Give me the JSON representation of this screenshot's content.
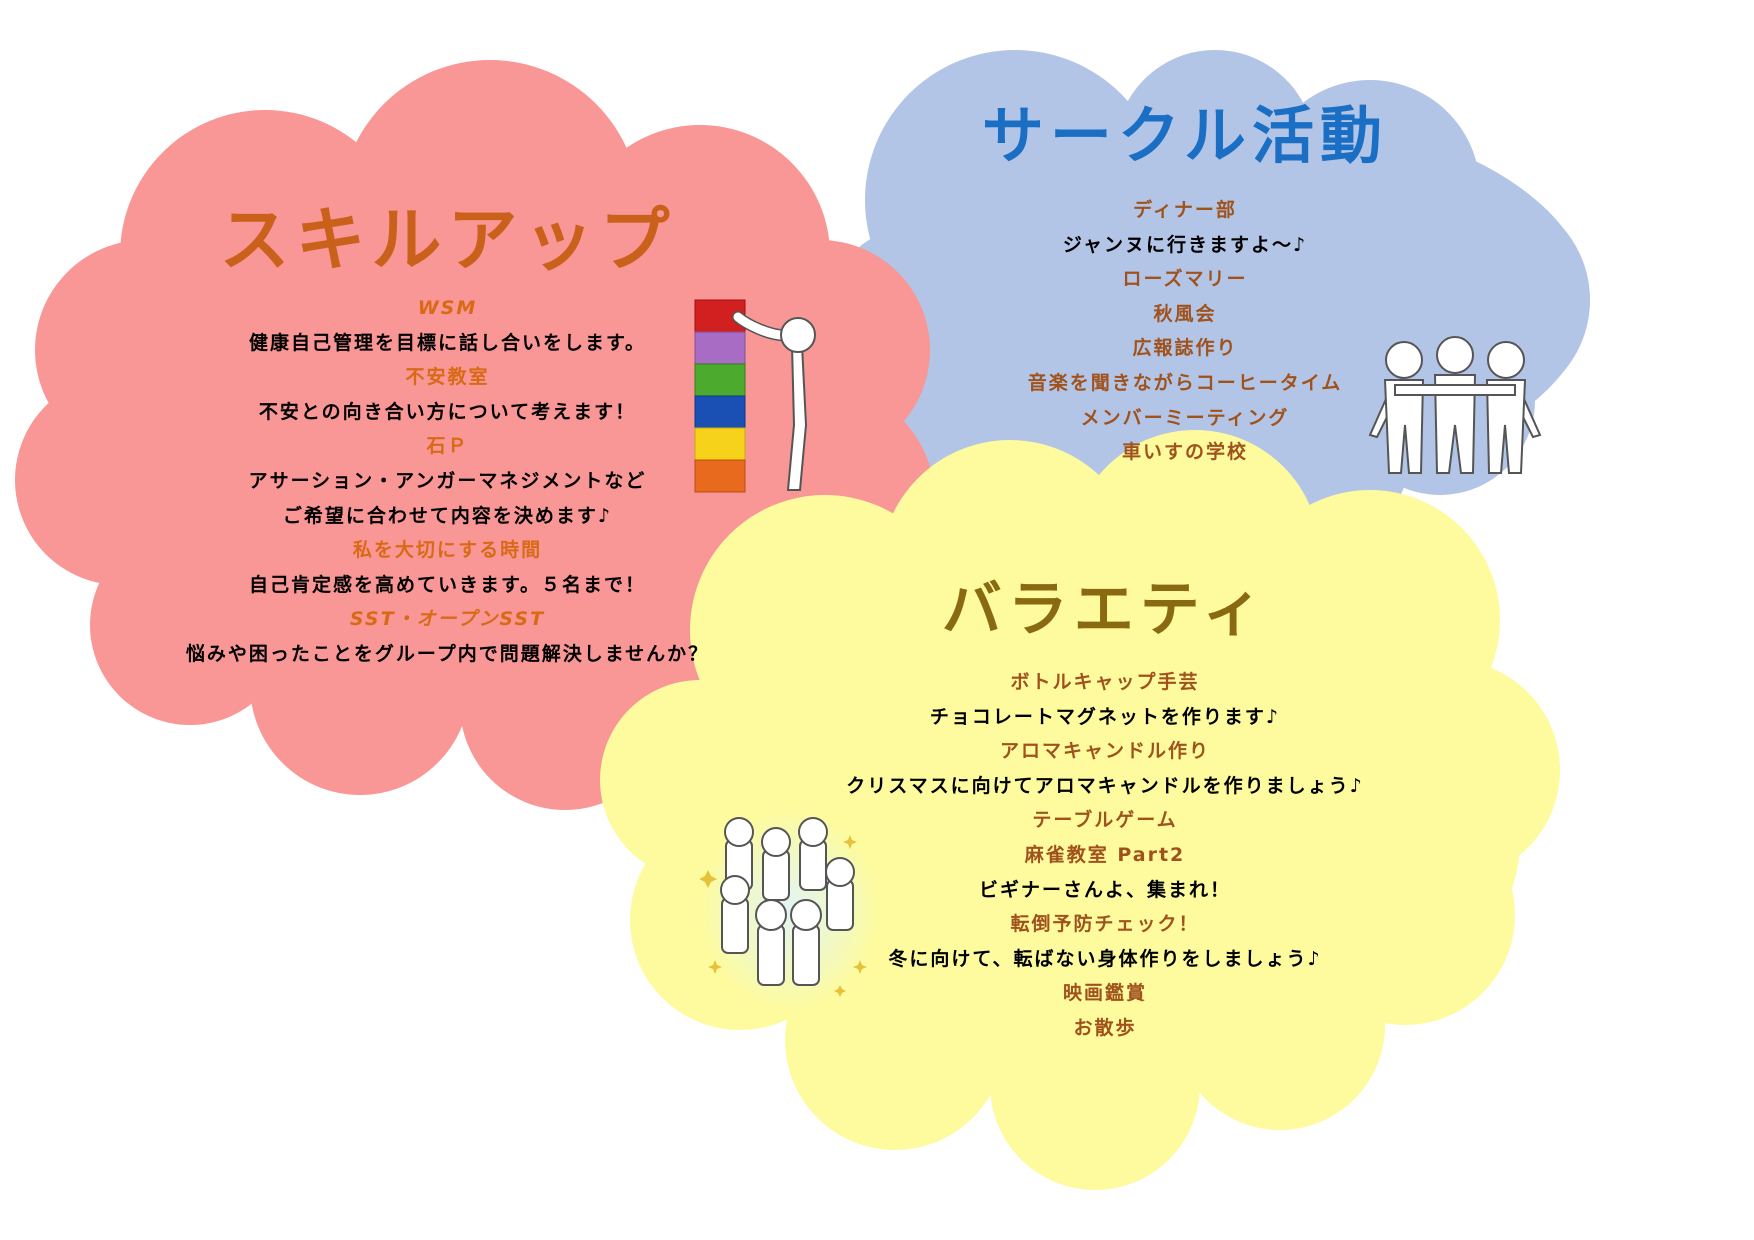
{
  "colors": {
    "pink_cloud": "#f99696",
    "blue_cloud": "#b3c5e6",
    "yellow_cloud": "#fdfb9e",
    "skillup_title": "#c9611a",
    "circle_title": "#1a6fc4",
    "variety_title": "#8a6a10",
    "label_orange": "#d86a16",
    "label_brown": "#a0521c",
    "body_text": "#111111"
  },
  "skillup": {
    "title": "スキルアップ",
    "items": [
      {
        "text": "WSM",
        "type": "label"
      },
      {
        "text": "健康自己管理を目標に話し合いをします。",
        "type": "body"
      },
      {
        "text": "不安教室",
        "type": "label"
      },
      {
        "text": "不安との向き合い方について考えます！",
        "type": "body"
      },
      {
        "text": "石Ｐ",
        "type": "label"
      },
      {
        "text": "アサーション・アンガーマネジメントなど",
        "type": "body"
      },
      {
        "text": "ご希望に合わせて内容を決めます♪",
        "type": "body"
      },
      {
        "text": "私を大切にする時間",
        "type": "label"
      },
      {
        "text": "自己肯定感を高めていきます。５名まで！",
        "type": "body"
      },
      {
        "text": "SST・オープンSST",
        "type": "label"
      },
      {
        "text": "悩みや困ったことをグループ内で問題解決しませんか？",
        "type": "body"
      }
    ],
    "illustration": "person-stacking-blocks-icon"
  },
  "circle": {
    "title": "サークル活動",
    "items": [
      {
        "text": "ディナー部",
        "type": "label"
      },
      {
        "text": "ジャンヌに行きますよ～♪",
        "type": "body"
      },
      {
        "text": "ローズマリー",
        "type": "label"
      },
      {
        "text": "秋風会",
        "type": "label"
      },
      {
        "text": "広報誌作り",
        "type": "label"
      },
      {
        "text": "音楽を聞きながらコーヒータイム",
        "type": "label"
      },
      {
        "text": "メンバーミーティング",
        "type": "label"
      },
      {
        "text": "車いすの学校",
        "type": "label"
      }
    ],
    "illustration": "three-people-arm-in-arm-icon"
  },
  "variety": {
    "title": "バラエティ",
    "items": [
      {
        "text": "ボトルキャップ手芸",
        "type": "label"
      },
      {
        "text": "チョコレートマグネットを作ります♪",
        "type": "body"
      },
      {
        "text": "アロマキャンドル作り",
        "type": "label"
      },
      {
        "text": "クリスマスに向けてアロマキャンドルを作りましょう♪",
        "type": "body"
      },
      {
        "text": "テーブルゲーム",
        "type": "label"
      },
      {
        "text": "麻雀教室 Part2",
        "type": "label"
      },
      {
        "text": "ビギナーさんよ、集まれ！",
        "type": "body"
      },
      {
        "text": "転倒予防チェック！",
        "type": "label"
      },
      {
        "text": "冬に向けて、転ばない身体作りをしましょう♪",
        "type": "body"
      },
      {
        "text": "映画鑑賞",
        "type": "label"
      },
      {
        "text": "お散歩",
        "type": "label"
      }
    ],
    "illustration": "group-of-people-icon"
  }
}
